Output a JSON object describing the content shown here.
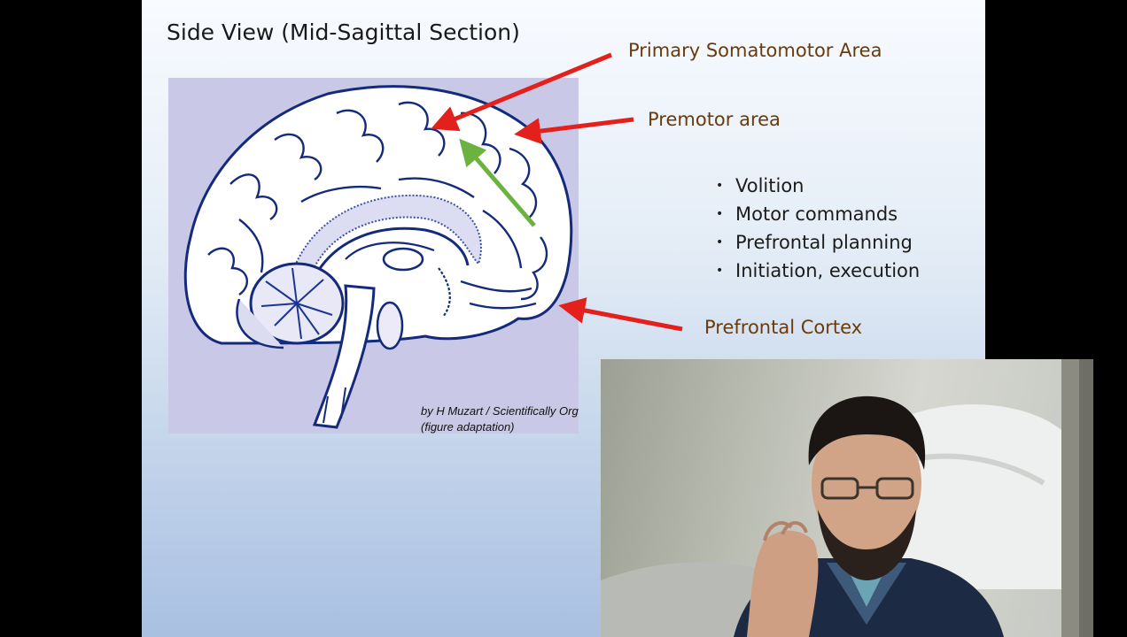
{
  "slide": {
    "title": "Side View (Mid-Sagittal Section)",
    "labels": {
      "somatomotor": "Primary Somatomotor Area",
      "premotor": "Premotor area",
      "prefrontal": "Prefrontal Cortex"
    },
    "bullets": [
      "Volition",
      "Motor commands",
      "Prefrontal planning",
      "Initiation, execution"
    ],
    "credit_line1": "by H Muzart / Scientifically Org",
    "credit_line2": "(figure adaptation)"
  },
  "colors": {
    "arrow_red": "#e3201c",
    "arrow_green": "#6cb23f",
    "label_brown": "#6a3b0c",
    "figure_bg": "#c9c8e7",
    "brain_outline": "#142a7a"
  },
  "icons": {
    "bullet": "•"
  }
}
